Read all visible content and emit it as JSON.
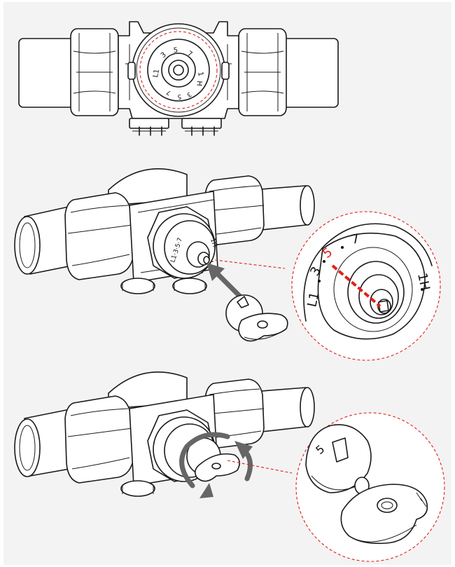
{
  "colors": {
    "background": "#f3f3f3",
    "line": "#1a1a1a",
    "highlight": "#e0201b",
    "arrow": "#666666"
  },
  "icons": [
    "insert-arrow-icon",
    "rotate-arrows-icon",
    "setting-key-icon"
  ],
  "dial_top": {
    "label_l1": "L1",
    "label_3": "3",
    "label_5": "5",
    "label_7": "7",
    "label_1": "1",
    "label_h": "H"
  },
  "dial_middle": {
    "text": "L1·3·5·7"
  },
  "zoom_dial": {
    "label_l1": "L1",
    "label_3": "3",
    "label_5": "5",
    "label_7": "7",
    "label_1": "1",
    "label_h": "H"
  },
  "zoom_key": {
    "label_5": "5"
  }
}
